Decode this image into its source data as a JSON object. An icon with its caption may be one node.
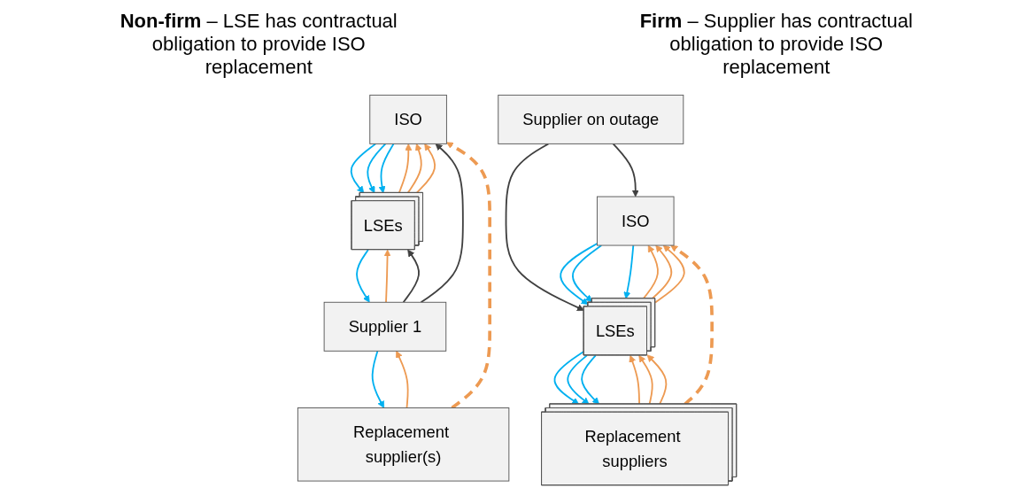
{
  "diagram": {
    "nodes": [
      {
        "text": [
          "Supplier on outage"
        ]
      },
      {
        "text": [
          "LSEs"
        ]
      },
      {
        "text": [
          "Replacement suppliers"
        ]
      },
      {
        "text": [
          "ISO"
        ]
      },
      {
        "text": [
          "Supplier 1"
        ]
      },
      {
        "text": [
          "LSEs"
        ]
      },
      {
        "text": [
          "Replacement supplier(s)"
        ]
      },
      {
        "text": [
          "ISO"
        ]
      }
    ],
    "edges": [
      {
        "from": 0,
        "to": 1,
        "arrow": "to",
        "color": "#404040"
      },
      {
        "from": 0,
        "to": 3,
        "arrow": "to",
        "color": "#404040"
      },
      {
        "from": 1,
        "to": 2,
        "arrow": "to",
        "color": "#00b0f0"
      },
      {
        "from": 2,
        "to": 1,
        "arrow": "to"
      },
      {
        "from": 1,
        "to": 2,
        "arrow": "to",
        "color": "#00b0f0"
      },
      {
        "from": 2,
        "to": 1,
        "arrow": "to"
      },
      {
        "from": 1,
        "to": 2,
        "arrow": "to",
        "color": "#00b0f0"
      },
      {
        "from": 2,
        "to": 1,
        "arrow": "to"
      },
      {
        "from": 3,
        "to": 1,
        "arrow": "to",
        "color": "#00b0f0"
      },
      {
        "from": 1,
        "to": 3,
        "arrow": "to"
      },
      {
        "from": 3,
        "to": 1,
        "arrow": "to",
        "color": "#00b0f0"
      },
      {
        "from": 1,
        "to": 3,
        "arrow": "to"
      },
      {
        "from": 3,
        "to": 1,
        "arrow": "to",
        "color": "#00b0f0"
      },
      {
        "from": 1,
        "to": 3,
        "arrow": "to"
      },
      {
        "from": 2,
        "to": 3,
        "arrow": "to",
        "style": "dashed"
      },
      {
        "from": 4,
        "to": 5,
        "arrow": "to"
      },
      {
        "from": 5,
        "to": 4,
        "arrow": "to",
        "color": "#00b0f0"
      },
      {
        "from": 4,
        "to": 5,
        "arrow": "to",
        "color": "#404040"
      },
      {
        "from": 6,
        "to": 4,
        "arrow": "to"
      },
      {
        "from": 4,
        "to": 6,
        "arrow": "to",
        "color": "#00b0f0"
      },
      {
        "from": 4,
        "to": 7,
        "arrow": "to",
        "color": "#404040"
      },
      {
        "from": 7,
        "to": 5,
        "arrow": "to",
        "color": "#00b0f0"
      },
      {
        "from": 5,
        "to": 7,
        "arrow": "to"
      },
      {
        "from": 7,
        "to": 5,
        "arrow": "to",
        "color": "#00b0f0"
      },
      {
        "from": 5,
        "to": 7,
        "arrow": "to"
      },
      {
        "from": 7,
        "to": 5,
        "arrow": "to",
        "color": "#00b0f0"
      },
      {
        "from": 5,
        "to": 7,
        "arrow": "to"
      },
      {
        "from": 6,
        "to": 7,
        "arrow": "to",
        "style": "dashed"
      }
    ],
    "labels": [
      "**Non-firm** – LSE has contractual obligation to provide ISO replacement",
      "**Firm** – Supplier has contractual obligation to provide ISO replacement"
    ]
  }
}
